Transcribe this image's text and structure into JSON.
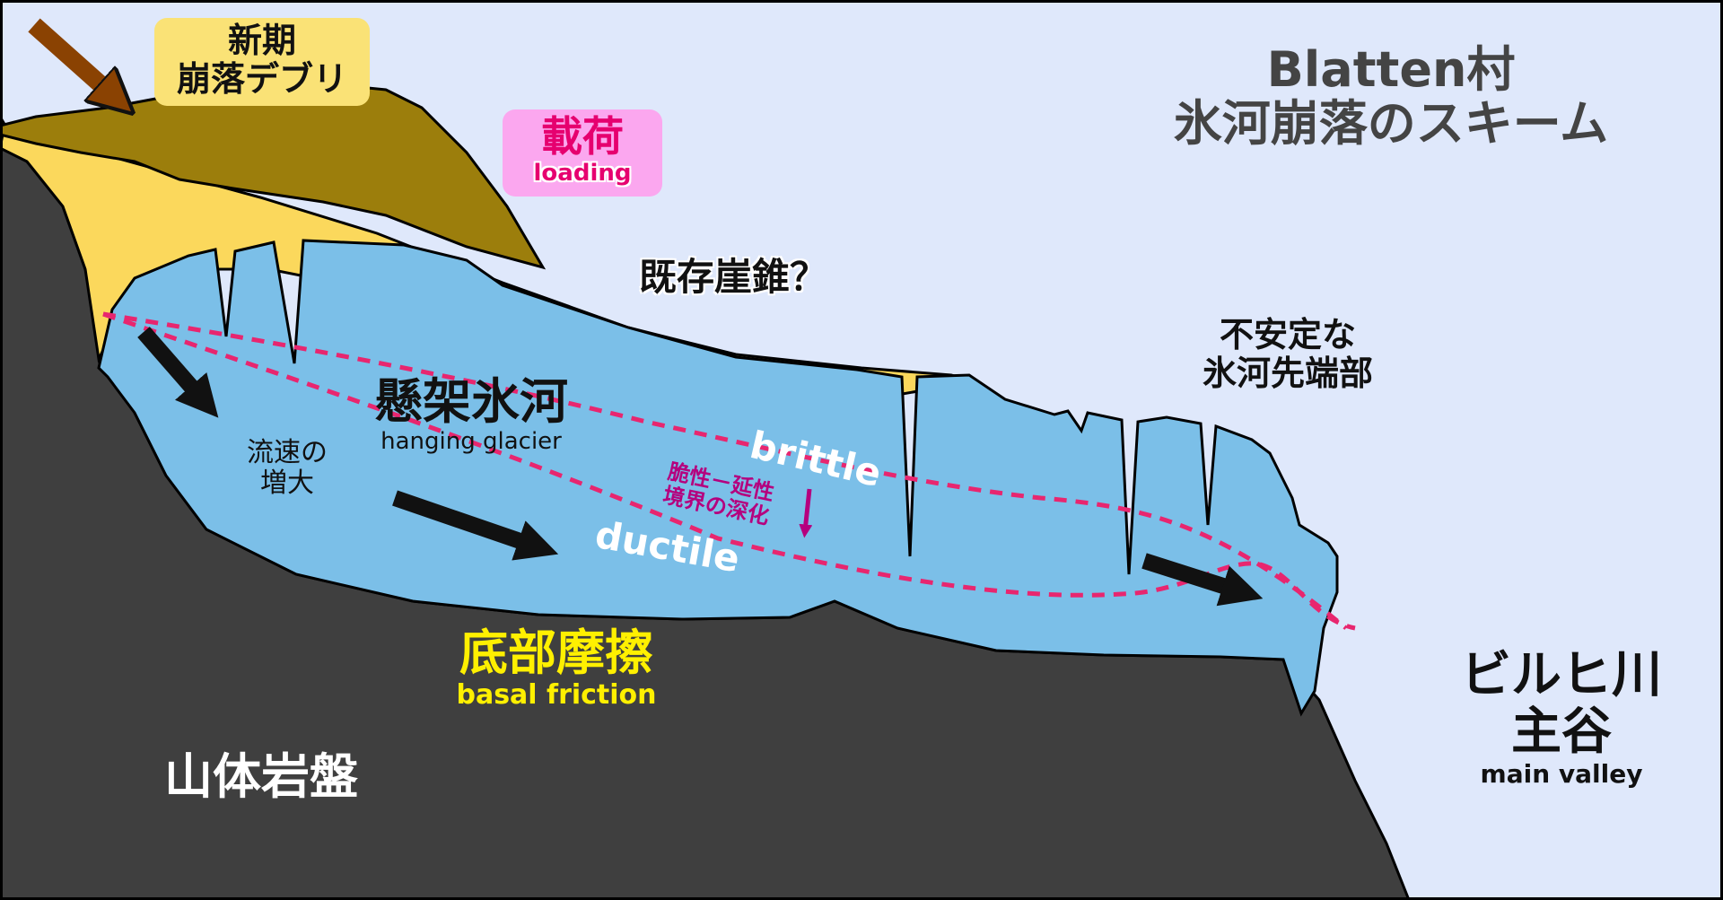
{
  "labels": {
    "title_line1": "Blatten村",
    "title_line2": "氷河崩落のスキーム",
    "debris_line1": "新期",
    "debris_line2": "崩落デブリ",
    "loading_ja": "載荷",
    "loading_en": "loading",
    "talus": "既存崖錐？",
    "front_line1": "不安定な",
    "front_line2": "氷河先端部",
    "glacier_ja": "懸架氷河",
    "glacier_en": "hanging glacier",
    "speed_line1": "流速の",
    "speed_line2": "増大",
    "brittle": "brittle",
    "ductile": "ductile",
    "transition_line1": "脆性－延性",
    "transition_line2": "境界の深化",
    "friction_ja": "底部摩擦",
    "friction_en": "basal friction",
    "bedrock": "山体岩盤",
    "valley_line1": "ビルヒ川",
    "valley_line2": "主谷",
    "valley_en": "main valley"
  },
  "colors": {
    "sky": "#dfe8fb",
    "bedrock": "#3f3f3f",
    "glacier": "#7bbfe8",
    "talus": "#fbd85c",
    "debris": "#9c7e0c",
    "debris_box": "#fae276",
    "loading_box": "#fba7ef",
    "loading_text": "#e6006f",
    "dash_line": "#e8266f",
    "transition_text": "#b5007e",
    "friction_text": "#fff000",
    "brown_arrow": "#8a4202"
  }
}
